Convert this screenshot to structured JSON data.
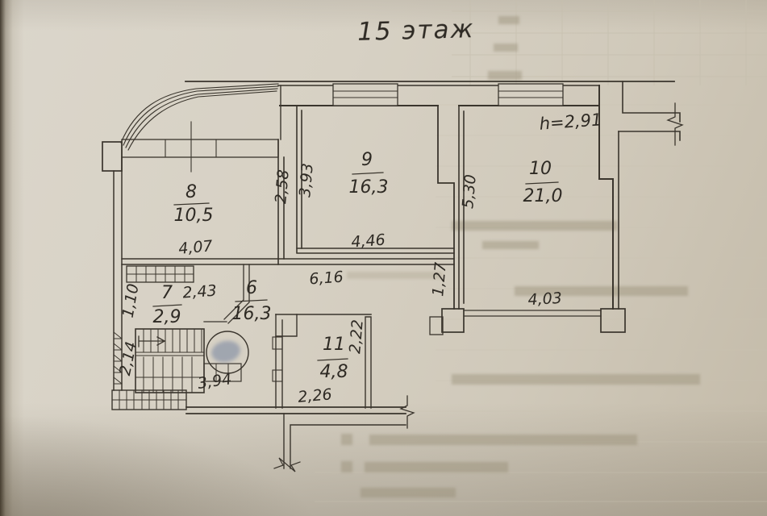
{
  "title": "15 этаж",
  "plan": {
    "ceiling_height": "h=2,91",
    "rooms": {
      "r8": {
        "number": "8",
        "area": "10,5"
      },
      "r9": {
        "number": "9",
        "area": "16,3"
      },
      "r10": {
        "number": "10",
        "area": "21,0"
      },
      "r6": {
        "number": "6",
        "area": "16,3"
      },
      "r7": {
        "number": "7",
        "area": "2,9"
      },
      "r11": {
        "number": "11",
        "area": "4,8"
      }
    },
    "dims": {
      "d407": "4,07",
      "d258": "2,58",
      "d393": "3,93",
      "d446": "4,46",
      "d530": "5,30",
      "d616": "6,16",
      "d127": "1,27",
      "d403": "4,03",
      "d243": "2,43",
      "d110": "1,10",
      "d222": "2,22",
      "d226": "2,26",
      "d214": "2,14",
      "d394": "3,94"
    }
  }
}
